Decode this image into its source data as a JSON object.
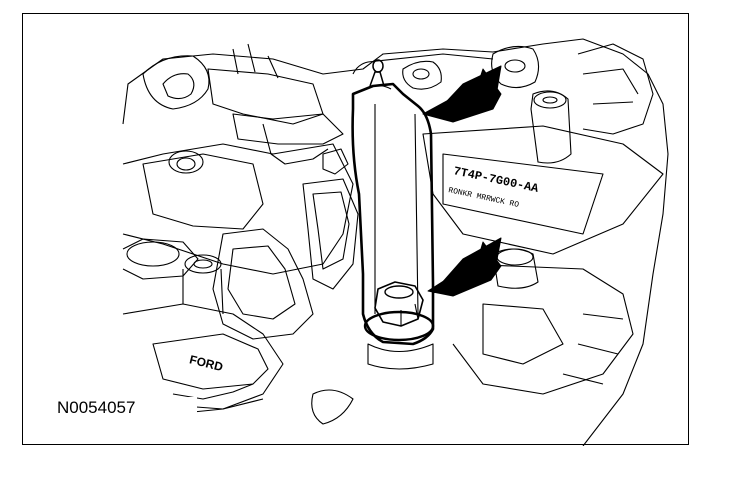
{
  "figure": {
    "id_label": "N0054057",
    "part_number_text": "7T4P-7G00-AA",
    "plate_text": "RONKR MRRWCK RO",
    "brand_text": "FORD"
  },
  "colors": {
    "line": "#000000",
    "background": "#ffffff"
  },
  "icons": {
    "arrow_upper": "pointer-arrow-icon",
    "arrow_lower": "pointer-arrow-icon"
  }
}
